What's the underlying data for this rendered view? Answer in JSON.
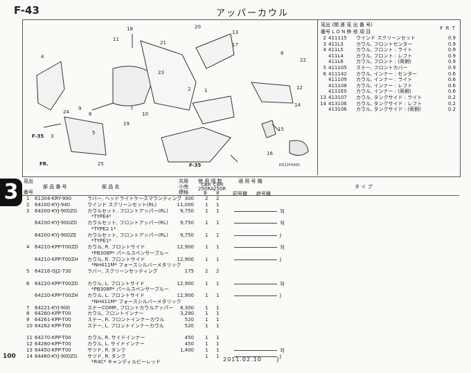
{
  "page": {
    "figure": "F-43",
    "title": "アッパーカウル",
    "page_number": "100",
    "date": "2011.02.10",
    "lang": "J"
  },
  "diagram": {
    "callouts": [
      "18",
      "11",
      "4",
      "9",
      "24",
      "6",
      "7",
      "10",
      "5",
      "19",
      "3",
      "23",
      "25",
      "21",
      "20",
      "2",
      "1",
      "13",
      "17",
      "8",
      "22",
      "12",
      "14",
      "15",
      "16",
      "F-35",
      "F-35",
      "FR.",
      "KYJ11F4300"
    ]
  },
  "legend": {
    "header1": "見出  (関 連 見 出 番 号)",
    "header2": "番号  L O N      移   修   項   目",
    "frt": "F R T",
    "rows": [
      {
        "n": "2",
        "c": "411115",
        "d": "ウインド スクリーンセット",
        "q": "0.9"
      },
      {
        "n": "3",
        "c": "411L3",
        "d": "カウル, フロントセンター",
        "q": "0.9"
      },
      {
        "n": "4",
        "c": "411L5",
        "d": "カウル, フロント : ライト",
        "q": "0.9"
      },
      {
        "n": "",
        "c": "411L4",
        "d": "カウル, フロント : レフト",
        "q": "0.9"
      },
      {
        "n": "",
        "c": "411L6",
        "d": "カウル, フロント : (両側)",
        "q": "0.9"
      },
      {
        "n": "5",
        "c": "411105",
        "d": "ステー, フロントカバー",
        "q": "0.9"
      },
      {
        "n": "6",
        "c": "411142",
        "d": "カウル, インナー : センター",
        "q": "0.6"
      },
      {
        "n": "",
        "c": "411109",
        "d": "カウル, インナー : ライト",
        "q": "0.6"
      },
      {
        "n": "",
        "c": "411108",
        "d": "カウル, インナー : レフト",
        "q": "0.6"
      },
      {
        "n": "",
        "c": "4111E0",
        "d": "カウル, インナー : (両側)",
        "q": "0.6"
      },
      {
        "n": "13",
        "c": "413107",
        "d": "カウル, タンクサイド : ライト",
        "q": "0.2"
      },
      {
        "n": "14",
        "c": "413106",
        "d": "カウル, タンクサイド : レフト",
        "q": "0.2"
      },
      {
        "n": "",
        "c": "413106",
        "d": "カウル, タンクサイド : (両側)",
        "q": "0.2"
      }
    ]
  },
  "table": {
    "head": {
      "midashi": "見出",
      "bango": "番号",
      "buhin": "部 品 番 号",
      "hinmei": "部   品   名",
      "kyoyo": "共用",
      "kosu": "小売",
      "kikaku": "標格",
      "shiyo": "使 用 個 数",
      "cbr1": "CBR",
      "cbr2": "CBR",
      "m1": "250RA",
      "m2": "250R",
      "b": "B",
      "eight": "8",
      "tekiyo": "適 用 号 機",
      "shogo": "初号機",
      "shugo": "終号機",
      "type": "タ  イ  プ"
    },
    "rows": [
      {
        "n": "1",
        "p": "61304-KRY-900",
        "d": "ラバー, ヘッドライトケースマウンティング",
        "k": "300",
        "a": "2",
        "b": "2",
        "t": ""
      },
      {
        "n": "2",
        "p": "64100-KYJ-940",
        "d": "ウインド スクリーンセット(RL)",
        "k": "11,000",
        "a": "1",
        "b": "1",
        "t": ""
      },
      {
        "n": "3",
        "p": "64200-KYJ-900ZG",
        "d": "カウルセット, フロントアッパー(RL)",
        "k": "9,750",
        "a": "1",
        "b": "1",
        "t": "3J"
      },
      {
        "n": "",
        "p": "",
        "d": "*TYPE4*",
        "k": "",
        "a": "",
        "b": "",
        "t": ""
      },
      {
        "n": "",
        "p": "64200-KYJ-900ZD",
        "d": "カウルセット, フロントアッパー(RL)",
        "k": "9,750",
        "a": "1",
        "b": "1",
        "t": "3J"
      },
      {
        "n": "",
        "p": "",
        "d": "*TYPE2 1*",
        "k": "",
        "a": "",
        "b": "",
        "t": ""
      },
      {
        "n": "",
        "p": "64200-KYJ-900ZE",
        "d": "カウルセット, フロントアッパー(RL)",
        "k": "9,750",
        "a": "1",
        "b": "1",
        "t": "J"
      },
      {
        "n": "",
        "p": "",
        "d": "*TYPE1*",
        "k": "",
        "a": "",
        "b": "",
        "t": ""
      },
      {
        "n": "4",
        "p": "64210-KPP-T00ZD",
        "d": "カウル, R. フロントサイド",
        "k": "12,900",
        "a": "1",
        "b": "1",
        "t": "3J"
      },
      {
        "n": "",
        "p": "",
        "d": "*PB308P* パールスペンサーブルー",
        "k": "",
        "a": "",
        "b": "",
        "t": ""
      },
      {
        "n": "",
        "p": "64210-KPP-T00ZH",
        "d": "カウル, R. フロントサイド",
        "k": "12,900",
        "a": "1",
        "b": "1",
        "t": "J"
      },
      {
        "n": "",
        "p": "",
        "d": "*NH411M* フォースシルバーメタリック",
        "k": "",
        "a": "",
        "b": "",
        "t": ""
      },
      {
        "n": "5",
        "p": "64216-GJ2-730",
        "d": "ラバー, スクリーンセッティング",
        "k": "175",
        "a": "2",
        "b": "2",
        "t": ""
      },
      {
        "n": "",
        "p": "",
        "d": "",
        "k": "",
        "a": "",
        "b": "",
        "t": ""
      },
      {
        "n": "6",
        "p": "64220-KPP-T00ZD",
        "d": "カウル, L. フロントサイド",
        "k": "12,900",
        "a": "1",
        "b": "1",
        "t": "3J"
      },
      {
        "n": "",
        "p": "",
        "d": "*PB308P* パールスペンサーブルー",
        "k": "",
        "a": "",
        "b": "",
        "t": ""
      },
      {
        "n": "",
        "p": "64220-KPP-T00ZH",
        "d": "カウル, L. フロントサイド",
        "k": "12,900",
        "a": "1",
        "b": "1",
        "t": "J"
      },
      {
        "n": "",
        "p": "",
        "d": "*NH411M* フォースシルバーメタリック",
        "k": "",
        "a": "",
        "b": "",
        "t": ""
      },
      {
        "n": "7",
        "p": "64221-KYJ-900",
        "d": "ステーCOMP., フロントカウルアッパー",
        "k": "8,300",
        "a": "1",
        "b": "1",
        "t": ""
      },
      {
        "n": "8",
        "p": "64260-KPP-T00",
        "d": "カウル, フロントインナー",
        "k": "3,290",
        "a": "1",
        "b": "1",
        "t": ""
      },
      {
        "n": "9",
        "p": "64261-KPP-T00",
        "d": "ステー, R. フロントインナーカウル",
        "k": "520",
        "a": "1",
        "b": "1",
        "t": ""
      },
      {
        "n": "10",
        "p": "64262-KPP-T00",
        "d": "ステー, L. フロントインナーカウル",
        "k": "520",
        "a": "1",
        "b": "1",
        "t": ""
      },
      {
        "n": "",
        "p": "",
        "d": "",
        "k": "",
        "a": "",
        "b": "",
        "t": ""
      },
      {
        "n": "11",
        "p": "64270-KPP-T00",
        "d": "カウル, R. サイドインナー",
        "k": "450",
        "a": "1",
        "b": "1",
        "t": ""
      },
      {
        "n": "12",
        "p": "64280-KPP-T00",
        "d": "カウル, L. サイドインナー",
        "k": "450",
        "a": "1",
        "b": "1",
        "t": ""
      },
      {
        "n": "13",
        "p": "64450-KPP-T00",
        "d": "サツド, R. タンク",
        "k": "1,400",
        "a": "1",
        "b": "1",
        "t": "3J"
      },
      {
        "n": "14",
        "p": "64460-KYJ-900ZG",
        "d": "サツド, R. タンク",
        "k": "",
        "a": "1",
        "b": "1",
        "t": "J"
      },
      {
        "n": "",
        "p": "",
        "d": "*R4C* キャンディルビーレッド",
        "k": "",
        "a": "",
        "b": "",
        "t": ""
      }
    ]
  }
}
